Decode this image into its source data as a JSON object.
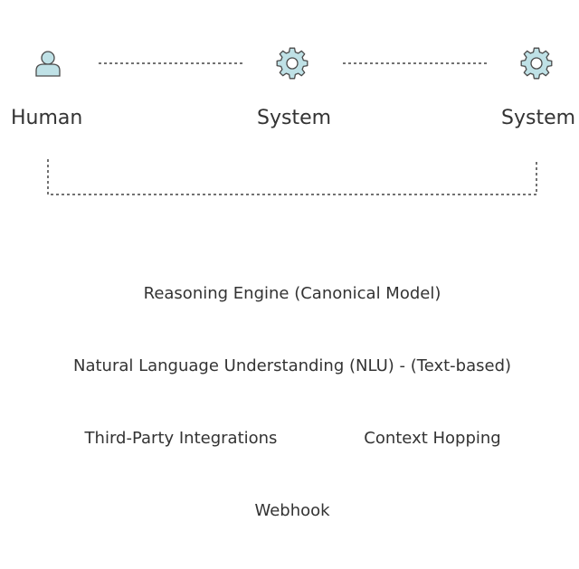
{
  "nodes": [
    {
      "label": "Human",
      "icon": "user-icon"
    },
    {
      "label": "System",
      "icon": "gear-icon"
    },
    {
      "label": "System",
      "icon": "gear-icon"
    }
  ],
  "features": {
    "reasoning_engine": "Reasoning Engine (Canonical Model)",
    "nlu": "Natural Language Understanding (NLU) - (Text-based)",
    "third_party": "Third-Party Integrations",
    "context_hopping": "Context Hopping",
    "webhook": "Webhook"
  },
  "colors": {
    "icon_fill": "#bfe1e6",
    "icon_stroke": "#4a4a4a",
    "line": "#444444",
    "text": "#333333"
  }
}
